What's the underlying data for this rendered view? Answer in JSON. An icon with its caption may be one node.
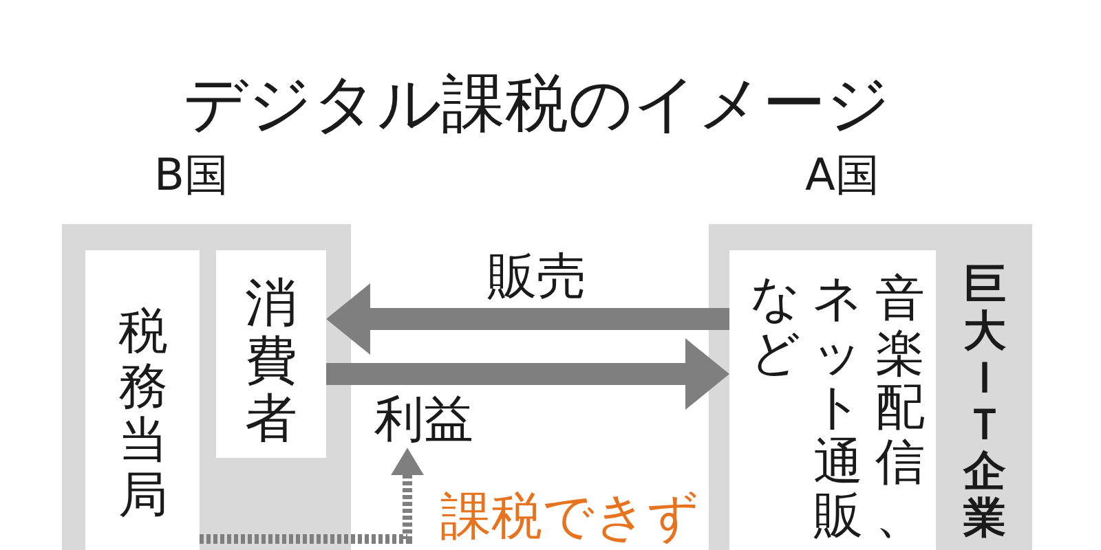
{
  "diagram": {
    "title": "デジタル課税のイメージ",
    "nodes": [
      {
        "text": [
          "B国"
        ]
      },
      {
        "text": [
          "税務当局"
        ],
        "in": 0
      },
      {
        "text": [
          "消費者"
        ],
        "in": 0
      },
      {
        "text": [
          "A国",
          "巨大ＩＴ企業"
        ]
      },
      {
        "text": [
          "音楽配信、ネット通販など"
        ],
        "in": 3
      },
      {
        "text": [
          "利益"
        ]
      }
    ],
    "edges": [
      {
        "from": 4,
        "to": 2,
        "arrow": "to",
        "label": "販売"
      },
      {
        "from": 2,
        "to": 4,
        "arrow": "to"
      },
      {
        "from": 1,
        "to": 5,
        "arrow": "to",
        "style": "dashed",
        "label": "課税できず"
      }
    ]
  }
}
